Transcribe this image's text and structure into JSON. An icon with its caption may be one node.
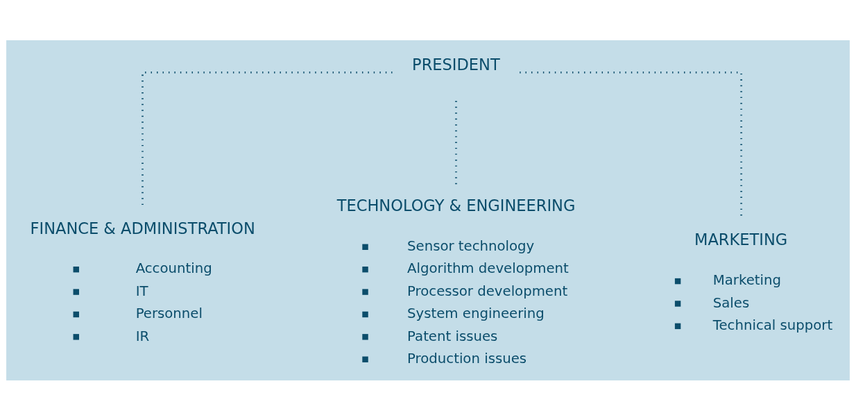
{
  "diagram": {
    "nodes": [
      {
        "text": [
          "PRESIDENT"
        ]
      },
      {
        "text": [
          "FINANCE & ADMINISTRATION",
          "Accounting",
          "IT",
          "Personnel",
          "IR"
        ]
      },
      {
        "text": [
          "TECHNOLOGY & ENGINEERING",
          "Sensor technology",
          "Algorithm development",
          "Processor development",
          "System engineering",
          "Patent issues",
          "Production issues"
        ]
      },
      {
        "text": [
          "MARKETING",
          "Marketing",
          "Sales",
          "Technical support"
        ]
      }
    ],
    "edges": [
      {
        "from": 0,
        "to": 1,
        "arrow": "none"
      },
      {
        "from": 0,
        "to": 2,
        "arrow": "none"
      },
      {
        "from": 0,
        "to": 3,
        "arrow": "none"
      }
    ]
  }
}
